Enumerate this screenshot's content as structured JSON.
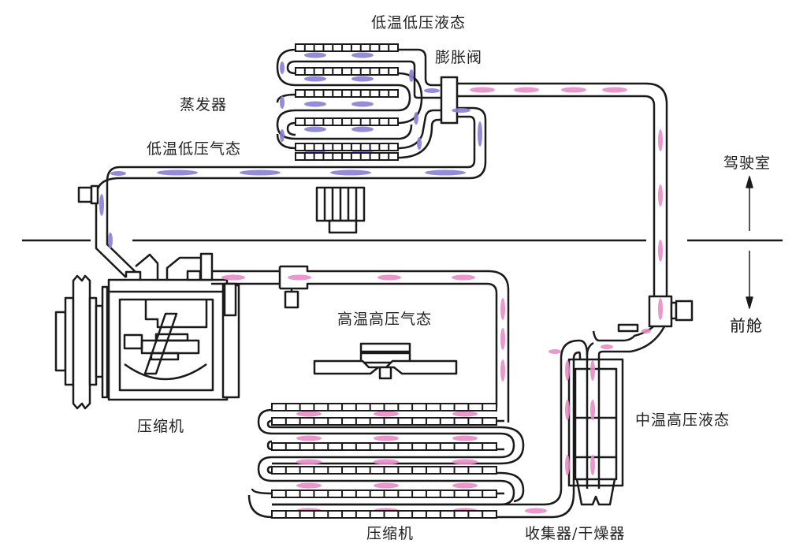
{
  "title": "汽车空调制冷循环示意图",
  "labels": {
    "low_temp_low_pressure_liquid": "低温低压液态",
    "expansion_valve": "膨胀阀",
    "evaporator": "蒸发器",
    "low_temp_low_pressure_gas": "低温低压气态",
    "cabin": "驾驶室",
    "engine_bay": "前舱",
    "high_temp_high_pressure_gas": "高温高压气态",
    "compressor": "压缩机",
    "condenser": "压缩机",
    "medium_temp_high_pressure_liquid": "中温高压液态",
    "receiver_drier": "收集器/干燥器"
  },
  "colors": {
    "low_pressure_refrigerant": "#8a7fd4",
    "high_pressure_refrigerant": "#e88cc8",
    "outline": "#1a1a1a",
    "background": "#ffffff"
  }
}
